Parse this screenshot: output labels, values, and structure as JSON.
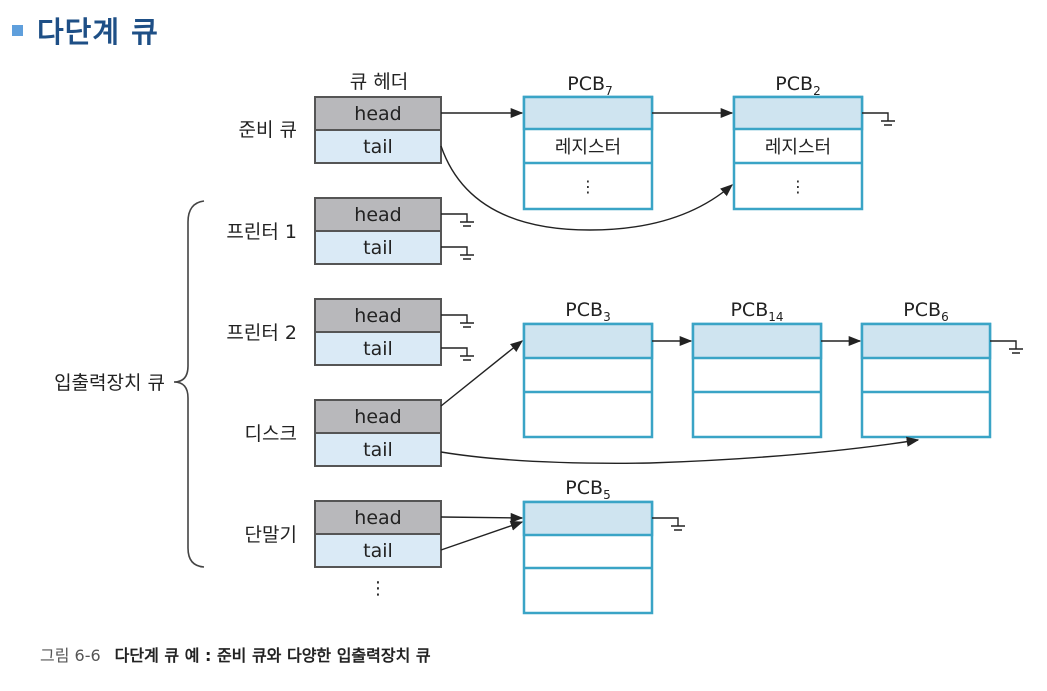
{
  "title": "다단계 큐",
  "header_label": "큐 헤더",
  "head_label": "head",
  "tail_label": "tail",
  "register_label": "레지스터",
  "dots": "⋮",
  "queues": {
    "ready": "준비 큐",
    "printer1": "프린터 1",
    "printer2": "프린터 2",
    "disk": "디스크",
    "terminal": "단말기"
  },
  "io_group_label": "입출력장치 큐",
  "pcb": {
    "p7": {
      "base": "PCB",
      "sub": "7"
    },
    "p2": {
      "base": "PCB",
      "sub": "2"
    },
    "p3": {
      "base": "PCB",
      "sub": "3"
    },
    "p14": {
      "base": "PCB",
      "sub": "14"
    },
    "p6": {
      "base": "PCB",
      "sub": "6"
    },
    "p5": {
      "base": "PCB",
      "sub": "5"
    }
  },
  "caption": {
    "figure": "그림 6-6",
    "text": "다단계 큐 예 : 준비 큐와 다양한 입출력장치 큐"
  },
  "colors": {
    "head_fill": "#b8b8bb",
    "tail_fill": "#daeaf6",
    "pcb_border": "#3aa4c6",
    "pcb_top": "#cfe4f0",
    "title": "#1e4f86",
    "bullet": "#5f9fdc"
  }
}
